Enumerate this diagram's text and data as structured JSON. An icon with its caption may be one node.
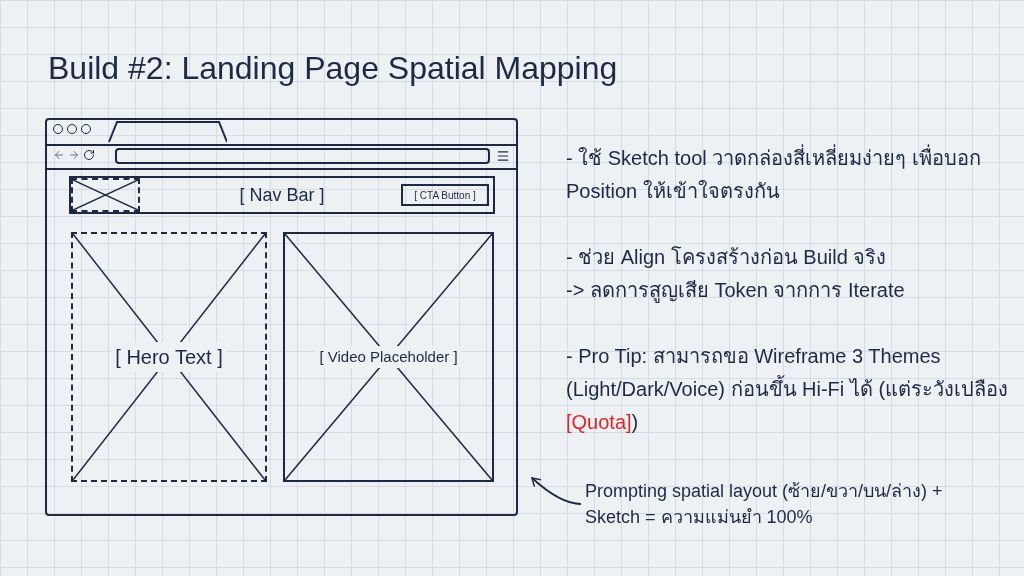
{
  "diagram": {
    "title": "Build #2: Landing Page Spatial Mapping",
    "nodes": [
      {
        "text": [],
        "shape": "box"
      },
      {
        "text": [
          "[ Nav Bar ]"
        ],
        "in": 0
      },
      {
        "text": [],
        "shape": "box",
        "in": 1
      },
      {
        "text": [
          "[ CTA Button ]"
        ],
        "in": 1
      },
      {
        "text": [
          "[ Hero Text ]"
        ],
        "in": 0
      },
      {
        "text": [
          "[ Video Placeholder ]"
        ],
        "in": 0
      },
      {
        "text": [
          "Prompting spatial layout (ซ้าย/ขวา/บน/ล่าง) + Sketch = ความแม่นยำ 100%"
        ]
      }
    ],
    "edges": [
      {
        "from": 6,
        "to": 0,
        "arrow": "to"
      }
    ],
    "labels": [
      "- ใช้ Sketch tool วาดกล่องสี่เหลี่ยมง่ายๆ เพื่อบอก Position ให้เข้าใจตรงกัน",
      "- ช่วย Align โครงสร้างก่อน Build จริง",
      "-> ลดการสูญเสีย Token จากการ Iterate",
      "- Pro Tip: สามารถขอ Wireframe 3 Themes (Light/Dark/Voice) ก่อนขึ้น Hi-Fi ได้ (แต่ระวังเปลือง ",
      "[Quota]",
      ")"
    ]
  }
}
